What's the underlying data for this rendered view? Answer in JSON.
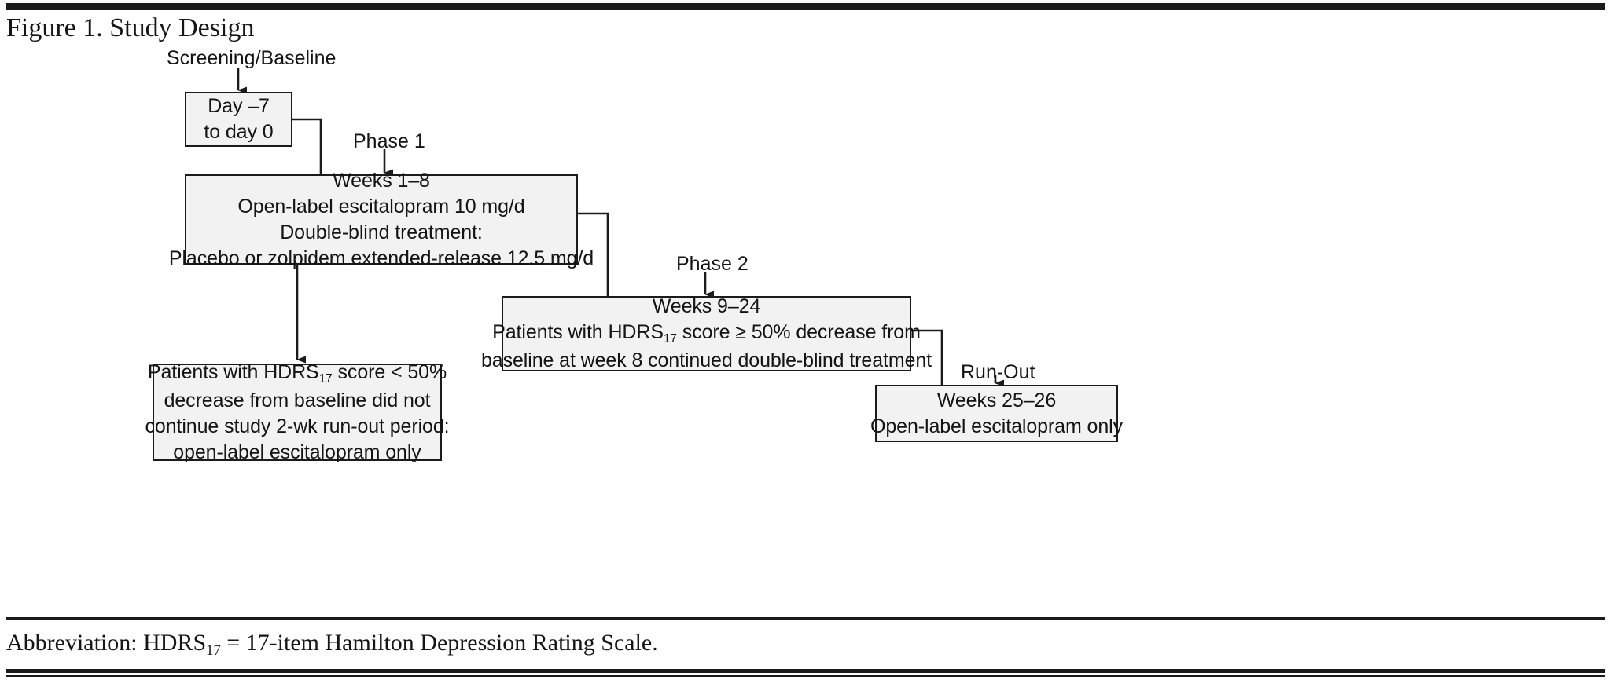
{
  "figure": {
    "title": "Figure 1. Study Design",
    "footnote_prefix": "Abbreviation: HDRS",
    "footnote_sub": "17",
    "footnote_suffix": " = 17-item Hamilton Depression Rating Scale."
  },
  "colors": {
    "box_fill": "#f2f2f2",
    "box_border": "#1b1b1b",
    "text": "#141414",
    "rule": "#1b1b1b"
  },
  "labels": {
    "screening": "Screening/Baseline",
    "phase1": "Phase 1",
    "phase2": "Phase 2",
    "runout": "Run-Out"
  },
  "boxes": {
    "screening": {
      "line1": "Day –7",
      "line2": "to day 0"
    },
    "phase1": {
      "line1": "Weeks 1–8",
      "line2": "Open-label escitalopram 10 mg/d",
      "line3": "Double-blind treatment:",
      "line4": "Placebo or zolpidem extended-release 12.5 mg/d"
    },
    "phase2": {
      "line1": "Weeks 9–24",
      "line2_pre": "Patients with HDRS",
      "line2_sub": "17",
      "line2_post": " score ≥ 50% decrease from",
      "line3": "baseline at week 8 continued double-blind treatment"
    },
    "dropout": {
      "line1_pre": "Patients with HDRS",
      "line1_sub": "17",
      "line1_post": " score < 50%",
      "line2": "decrease from baseline did not",
      "line3": "continue study 2-wk run-out period:",
      "line4": "open-label escitalopram only"
    },
    "runout": {
      "line1": "Weeks 25–26",
      "line2": "Open-label escitalopram only"
    }
  },
  "chart_data": {
    "type": "diagram",
    "title": "Figure 1. Study Design",
    "nodes": [
      {
        "id": "screening",
        "label": "Day –7 to day 0",
        "stage": "Screening/Baseline"
      },
      {
        "id": "phase1",
        "label": "Weeks 1–8",
        "stage": "Phase 1"
      },
      {
        "id": "phase2",
        "label": "Weeks 9–24",
        "stage": "Phase 2"
      },
      {
        "id": "dropout",
        "label": "Patients with HDRS17 score < 50% decrease",
        "stage": ""
      },
      {
        "id": "runout",
        "label": "Weeks 25–26",
        "stage": "Run-Out"
      }
    ],
    "edges": [
      {
        "from": "screening",
        "to": "phase1"
      },
      {
        "from": "phase1",
        "to": "dropout"
      },
      {
        "from": "phase1",
        "to": "phase2"
      },
      {
        "from": "phase2",
        "to": "runout"
      }
    ]
  }
}
